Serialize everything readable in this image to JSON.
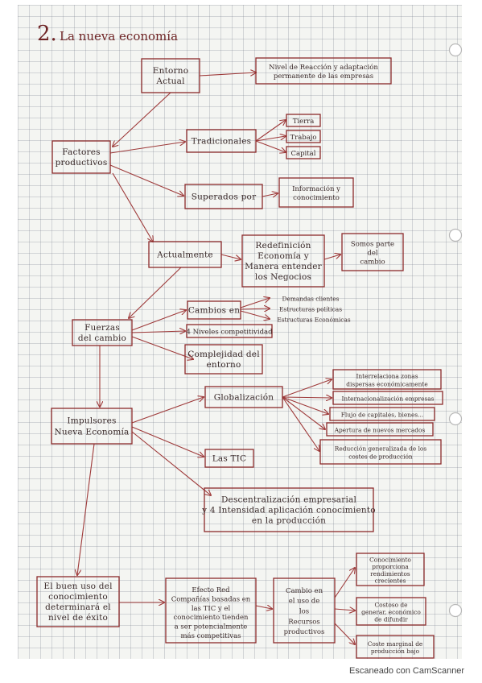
{
  "title": {
    "number": "2.",
    "text": "La nueva economía"
  },
  "colors": {
    "ink": "#8b2a2a",
    "text": "#3a2a2a",
    "grid": "#b4b8c4"
  },
  "nodes": {
    "entorno": [
      "Entorno",
      "Actual"
    ],
    "nivel": [
      "Nivel de Reacción y adaptación",
      "permanente de las empresas"
    ],
    "factores": [
      "Factores",
      "productivos"
    ],
    "tradicionales": [
      "Tradicionales"
    ],
    "tierra": [
      "Tierra"
    ],
    "trabajo": [
      "Trabajo"
    ],
    "capital": [
      "Capital"
    ],
    "superados": [
      "Superados por"
    ],
    "informacion": [
      "Información y",
      "conocimiento"
    ],
    "actualmente": [
      "Actualmente"
    ],
    "redefinicion": [
      "Redefinición",
      "Economía y",
      "Manera entender",
      "los Negocios"
    ],
    "somos": [
      "Somos parte",
      "del",
      "cambio"
    ],
    "fuerzas": [
      "Fuerzas",
      "del cambio"
    ],
    "cambios_en": [
      "Cambios en"
    ],
    "demandas": [
      "Demandas clientes"
    ],
    "estructuras_politicas": [
      "Estructuras políticas"
    ],
    "estructuras_economicas": [
      "Estructuras Económicas"
    ],
    "niveles": [
      "4 Niveles competitividad"
    ],
    "complejidad": [
      "Complejidad del",
      "entorno"
    ],
    "impulsores": [
      "Impulsores",
      "Nueva Economía"
    ],
    "globalizacion": [
      "Globalización"
    ],
    "interrelaciona": [
      "Interrelaciona zonas",
      "dispersas económicamente"
    ],
    "internacionalizacion": [
      "Internacionalización empresas"
    ],
    "flujo": [
      "Flujo de capitales, bienes..."
    ],
    "apertura": [
      "Apertura de nuevos mercados"
    ],
    "reduccion": [
      "Reducción generalizada de los",
      "costes de producción"
    ],
    "tic": [
      "Las TIC"
    ],
    "descentralizacion": [
      "Descentralización empresarial",
      "y 4 Intensidad aplicación conocimiento",
      "en la producción"
    ],
    "buen_uso": [
      "El buen uso del",
      "conocimiento",
      "determinará el",
      "nivel de éxito"
    ],
    "efecto_red": [
      "Efecto Red",
      "Compañías basadas en",
      "las TIC y el",
      "conocimiento tienden",
      "a ser potencialmente",
      "más competitivas"
    ],
    "cambio_recursos": [
      "Cambio en",
      "el uso de",
      "los",
      "Recursos",
      "productivos"
    ],
    "conocimiento_rend": [
      "Conocimiento",
      "proporciona",
      "rendimientos",
      "crecientes"
    ],
    "costoso": [
      "Costoso de",
      "generar, económico",
      "de difundir"
    ],
    "coste_marginal": [
      "Coste marginal de",
      "producción bajo"
    ]
  },
  "footer": {
    "watermark": "Escaneado con CamScanner"
  }
}
